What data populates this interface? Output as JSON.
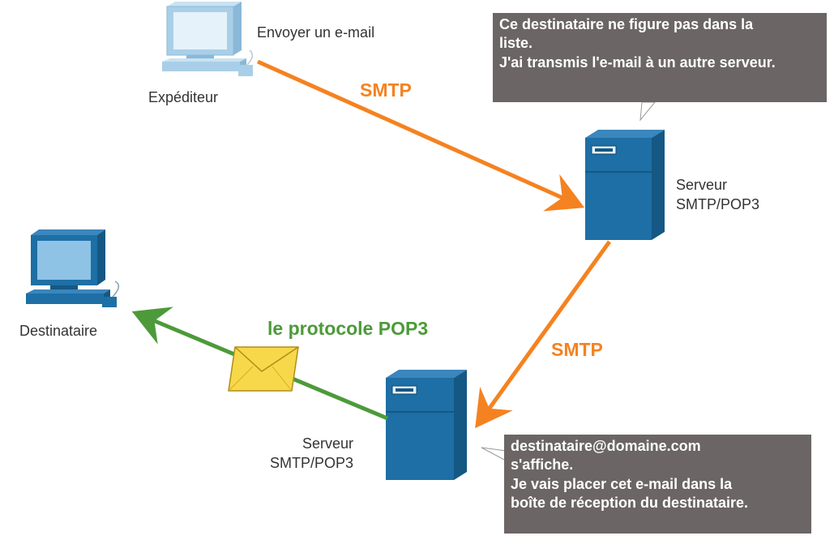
{
  "sender": {
    "caption": "Expéditeur",
    "action": "Envoyer un e-mail"
  },
  "recipient": {
    "caption": "Destinataire"
  },
  "server_top": {
    "line1": "Serveur",
    "line2": "SMTP/POP3"
  },
  "server_bottom": {
    "line1": "Serveur",
    "line2": "SMTP/POP3"
  },
  "protocols": {
    "smtp_upper": "SMTP",
    "smtp_lower": "SMTP",
    "pop3": "le protocole POP3"
  },
  "callout_top": {
    "lines": [
      "Ce destinataire ne figure pas dans la",
      "liste.",
      "J'ai transmis l'e-mail à un autre serveur."
    ]
  },
  "callout_bottom": {
    "lines": [
      "destinataire@domaine.com",
      "s'affiche.",
      "Je vais placer cet e-mail dans la",
      "boîte de réception du destinataire."
    ]
  },
  "colors": {
    "smtp": "#f58220",
    "pop3": "#4d9a3a",
    "server": "#1d6fa5",
    "callout_bg": "#6b6565",
    "envelope": "#f7d84a"
  },
  "icons": {
    "sender": "desktop-computer-icon",
    "recipient": "desktop-computer-icon",
    "servers": "tower-server-icon",
    "message": "envelope-icon"
  }
}
